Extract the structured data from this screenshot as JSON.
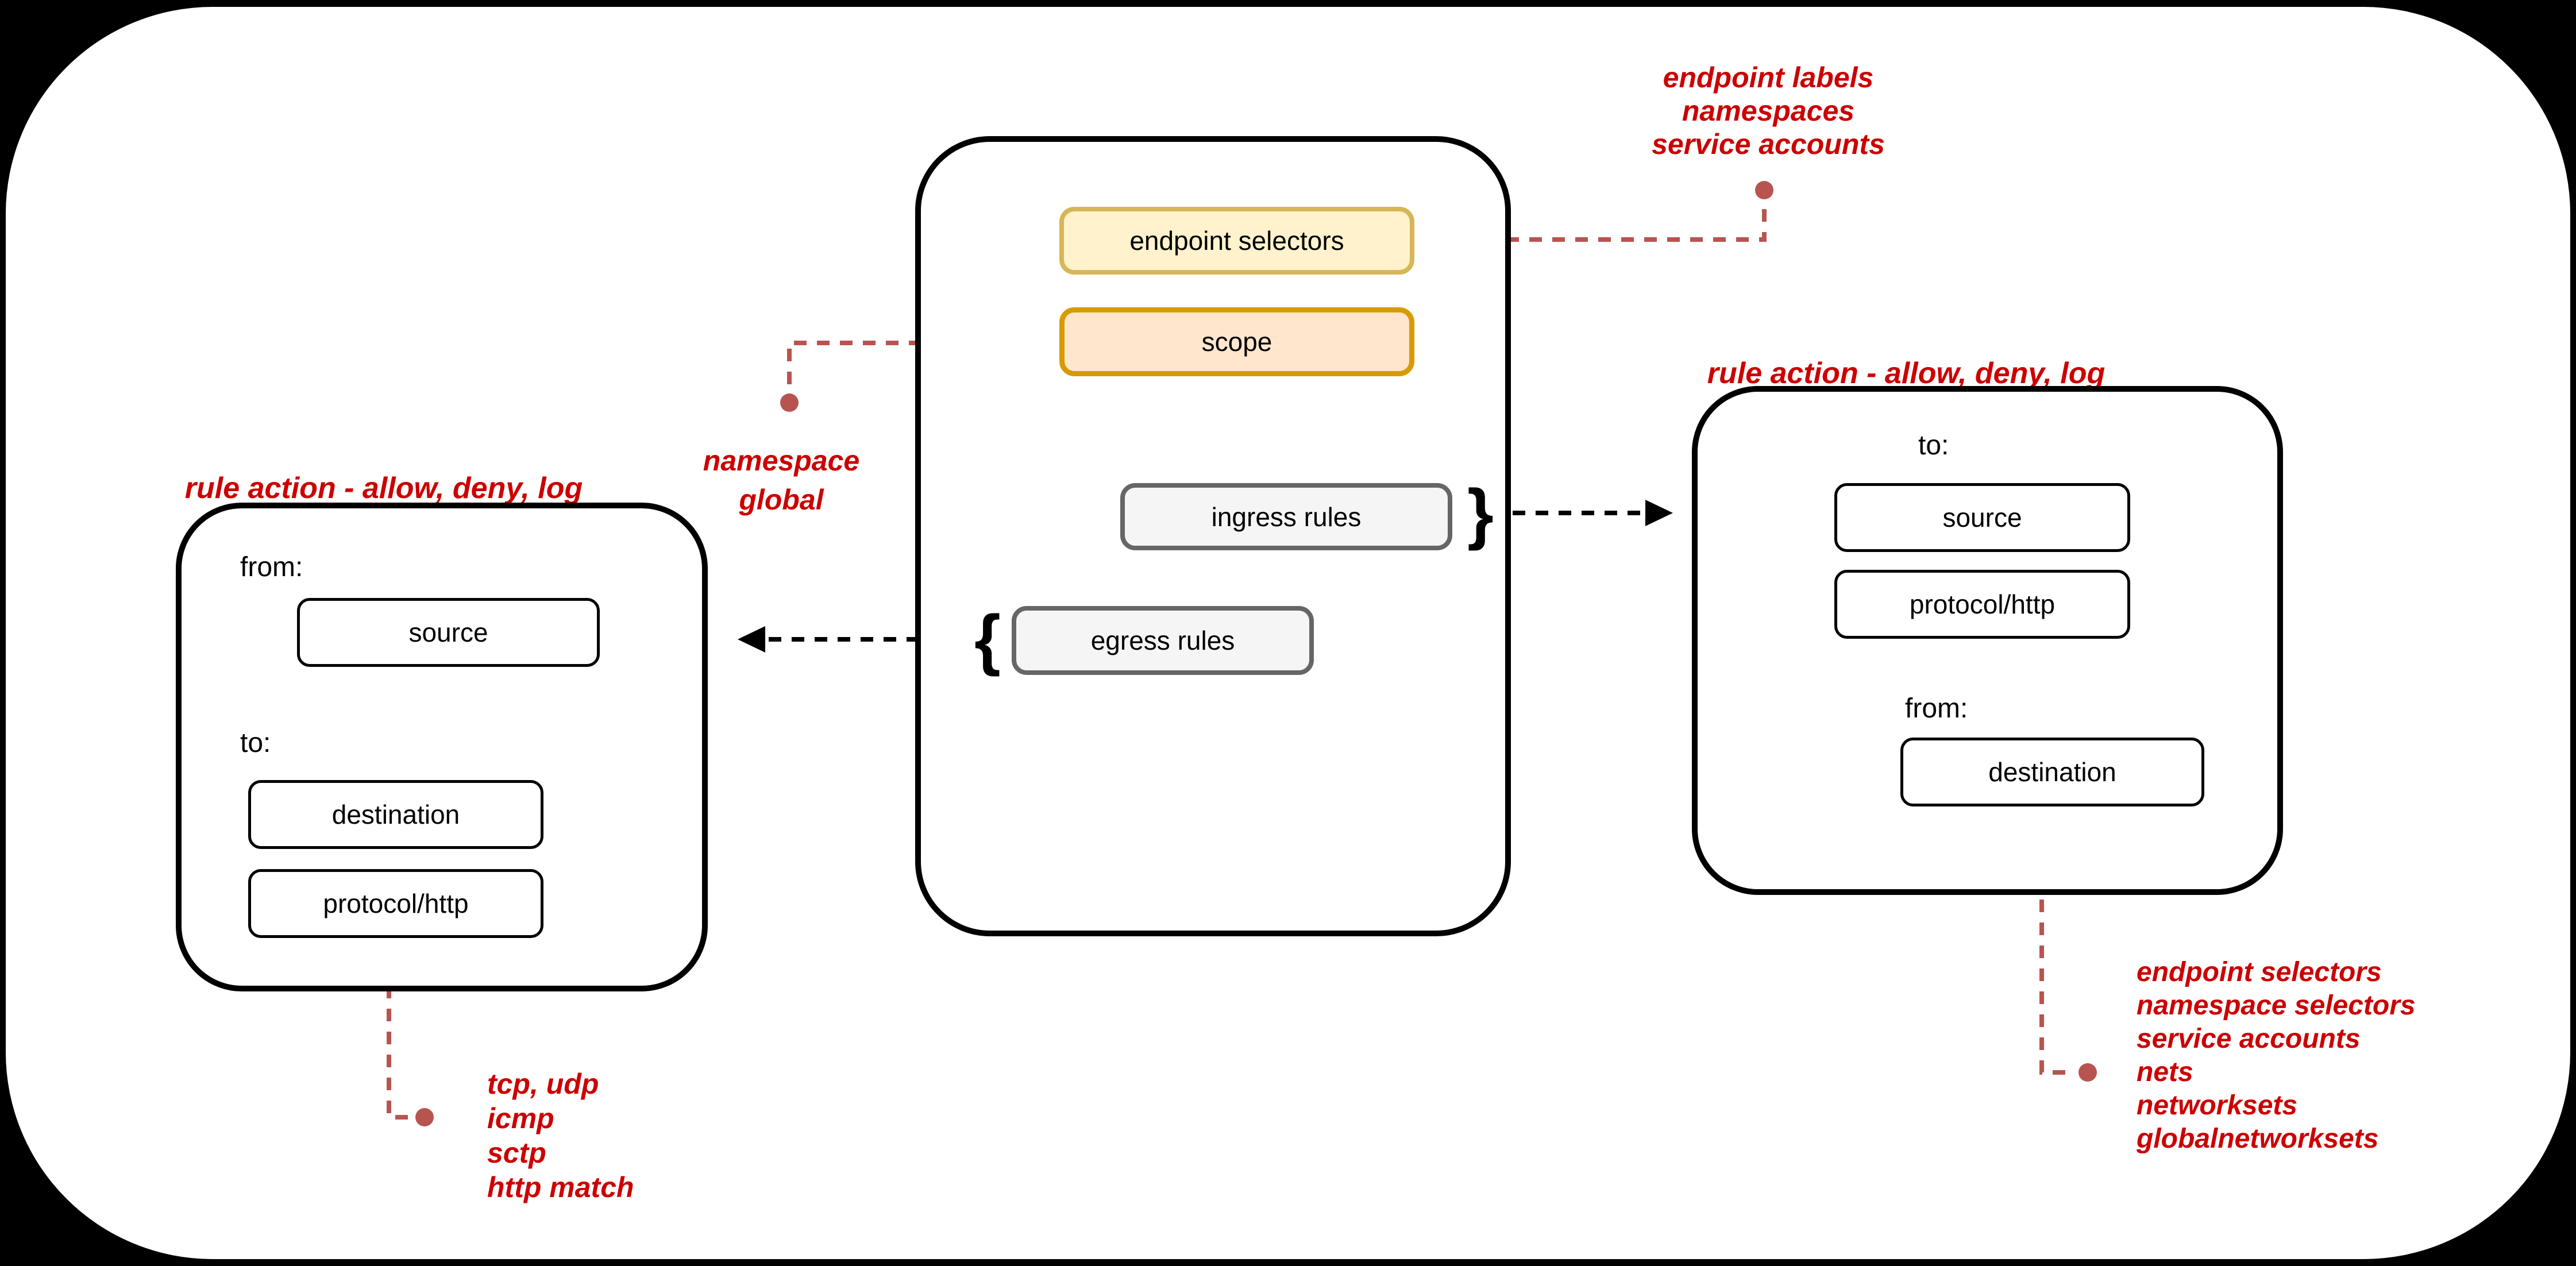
{
  "colors": {
    "background": "#000000",
    "canvas": "#ffffff",
    "yellow_fill": "#fff2cc",
    "yellow_stroke": "#d6b656",
    "orange_fill": "#ffe6cc",
    "orange_stroke": "#d79b00",
    "gray_fill": "#f5f5f5",
    "gray_stroke": "#666666",
    "red_text": "#cc0000",
    "connector_red": "#b85450",
    "connector_black": "#000000"
  },
  "policy": {
    "endpoint_selectors": "endpoint selectors",
    "scope": "scope",
    "ingress_rules": "ingress rules",
    "egress_rules": "egress rules",
    "brace_open": "{",
    "brace_close": "}"
  },
  "egress_panel": {
    "heading": "rule action - allow, deny, log",
    "from_label": "from:",
    "source": "source",
    "to_label": "to:",
    "destination": "destination",
    "protocol": "protocol/http"
  },
  "ingress_panel": {
    "heading": "rule action - allow, deny, log",
    "to_label": "to:",
    "source": "source",
    "protocol": "protocol/http",
    "from_label": "from:",
    "destination": "destination"
  },
  "annotations": {
    "endpoint_selectors": [
      "endpoint labels",
      "namespaces",
      "service accounts"
    ],
    "scope": [
      "namespace",
      "global"
    ],
    "protocols": [
      "tcp, udp",
      "icmp",
      "sctp",
      "http match"
    ],
    "destinations": [
      "endpoint selectors",
      "namespace selectors",
      "service accounts",
      "nets",
      "networksets",
      "globalnetworksets"
    ]
  }
}
